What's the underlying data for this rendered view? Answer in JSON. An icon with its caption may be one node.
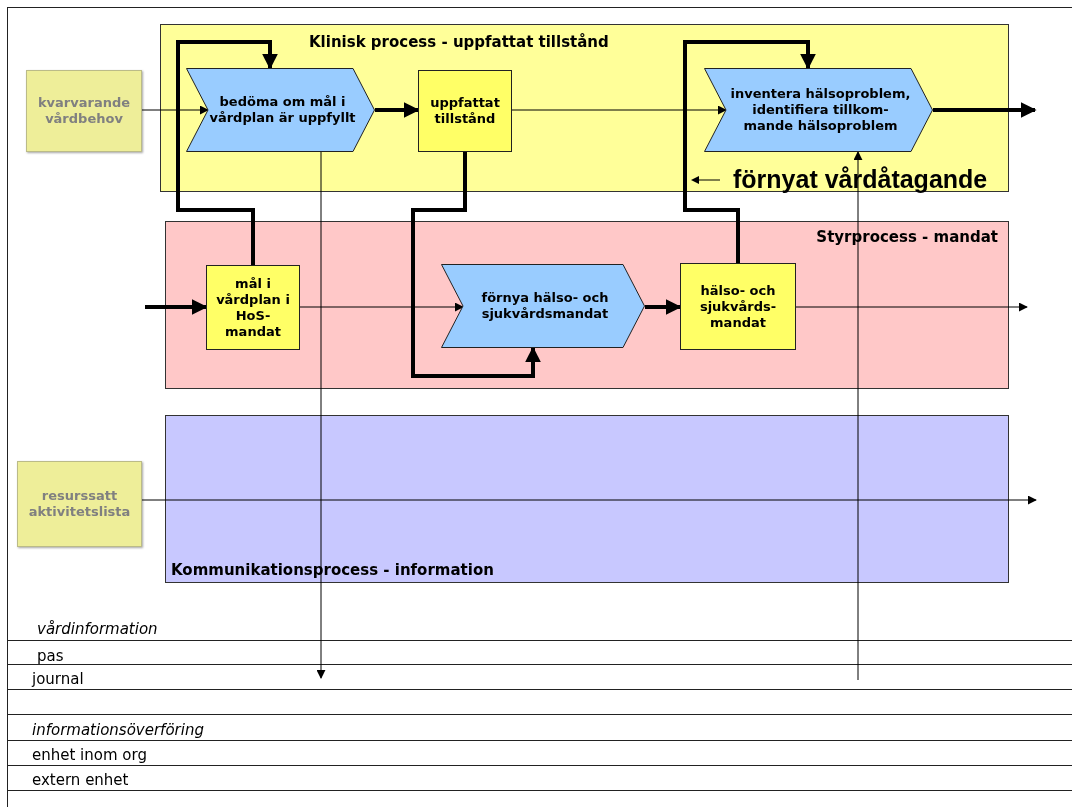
{
  "diagram": {
    "nodes": [
      {
        "text": [
          "Klinisk process - uppfattat tillstånd"
        ]
      },
      {
        "text": [
          "kvarvarande vårdbehov"
        ]
      },
      {
        "text": [
          "bedöma om mål i vårdplan är uppfyllt"
        ],
        "in": 0
      },
      {
        "text": [
          "uppfattat tillstånd"
        ],
        "in": 0
      },
      {
        "text": [
          "inventera hälsoproblem, identifiera tillkom- mande hälsoproblem"
        ],
        "in": 0
      },
      {
        "text": [
          "Styrprocess - mandat"
        ]
      },
      {
        "text": [
          "mål i vårdplan i HoS- mandat"
        ],
        "in": 5
      },
      {
        "text": [
          "förnya hälso- och sjukvårdsmandat"
        ],
        "in": 5
      },
      {
        "text": [
          "hälso- och sjukvårds- mandat"
        ],
        "in": 5
      },
      {
        "text": [
          "Kommunikationsprocess - information"
        ]
      },
      {
        "text": [
          "resurssatt aktivitetslista"
        ]
      }
    ],
    "edges": [
      {
        "from": 1,
        "to": 2,
        "arrow": "to"
      },
      {
        "from": 2,
        "to": 3,
        "arrow": "to",
        "style": "thick"
      },
      {
        "from": 3,
        "to": 4,
        "arrow": "to"
      },
      {
        "from": 4,
        "to": null,
        "arrow": "to",
        "style": "thick"
      },
      {
        "from": 6,
        "to": 2,
        "arrow": "to",
        "style": "thick"
      },
      {
        "from": 3,
        "to": 7,
        "arrow": "to",
        "style": "thick"
      },
      {
        "from": 8,
        "to": 4,
        "arrow": "to",
        "style": "thick"
      },
      {
        "from": null,
        "to": 6,
        "arrow": "to",
        "style": "thick"
      },
      {
        "from": 6,
        "to": 7,
        "arrow": "to"
      },
      {
        "from": 7,
        "to": 8,
        "arrow": "to",
        "style": "thick"
      },
      {
        "from": 8,
        "to": null,
        "arrow": "to"
      },
      {
        "from": 10,
        "to": null,
        "arrow": "to"
      },
      {
        "from": 2,
        "to": null,
        "arrow": "to"
      },
      {
        "from": null,
        "to": 4,
        "arrow": "to"
      }
    ],
    "labels": [
      "förnyat vårdåtagande",
      "vårdinformation",
      "pas",
      "journal",
      "informationsöverföring",
      "enhet inom org",
      "extern enhet"
    ]
  }
}
